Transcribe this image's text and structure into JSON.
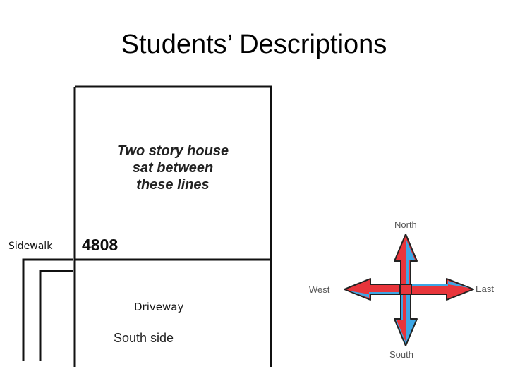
{
  "title": "Students’ Descriptions",
  "house_label": "Two story house\nsat between\nthese lines",
  "sidewalk_label": "Sidewalk",
  "address_number": "4808",
  "driveway_label": "Driveway",
  "south_side_label": "South side",
  "compass": {
    "north": "North",
    "south": "South",
    "west": "West",
    "east": "East",
    "colors": {
      "red": "#e8353b",
      "blue": "#3da7e6",
      "outline": "#222222"
    }
  }
}
